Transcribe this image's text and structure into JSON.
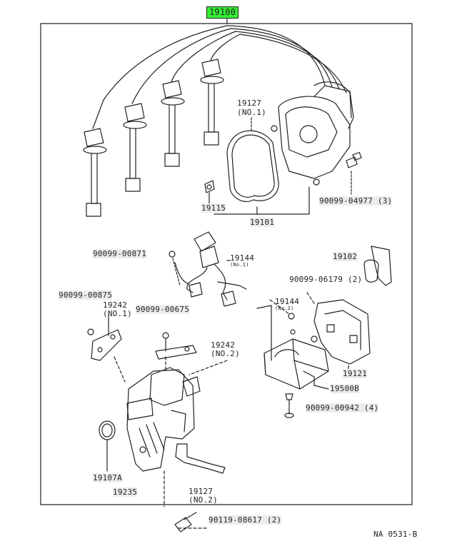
{
  "colors": {
    "ink": "#222222",
    "highlight": "#33ee33",
    "label_bg": "#ececec"
  },
  "diagram": {
    "main_part": "19100",
    "catalog_code": "NA 0531-B",
    "parts": {
      "p19127_top": "19127",
      "p19127_top_sub": "(NO.1)",
      "p90099_04977": "90099-04977 (3)",
      "p19115": "19115",
      "p19101": "19101",
      "p90099_00871": "90099-00871",
      "p19144_top": "19144",
      "p19144_top_sub": "(No.1)",
      "p19102": "19102",
      "p90099_06179": "90099-06179 (2)",
      "p90099_00875": "90099-00875",
      "p19242_top": "19242",
      "p19242_top_sub": "(NO.1)",
      "p90099_00675": "90099-00675",
      "p19144_bottom": "19144",
      "p19144_bottom_sub": "(No.2)",
      "p19242_bottom": "19242",
      "p19242_bottom_sub": "(NO.2)",
      "p19121": "19121",
      "p19500b": "19500B",
      "p90099_00942": "90099-00942 (4)",
      "p19107a": "19107A",
      "p19235": "19235",
      "p19127_bottom": "19127",
      "p19127_bottom_sub": "(NO.2)",
      "p90119_08617": "90119-08617 (2)"
    }
  }
}
